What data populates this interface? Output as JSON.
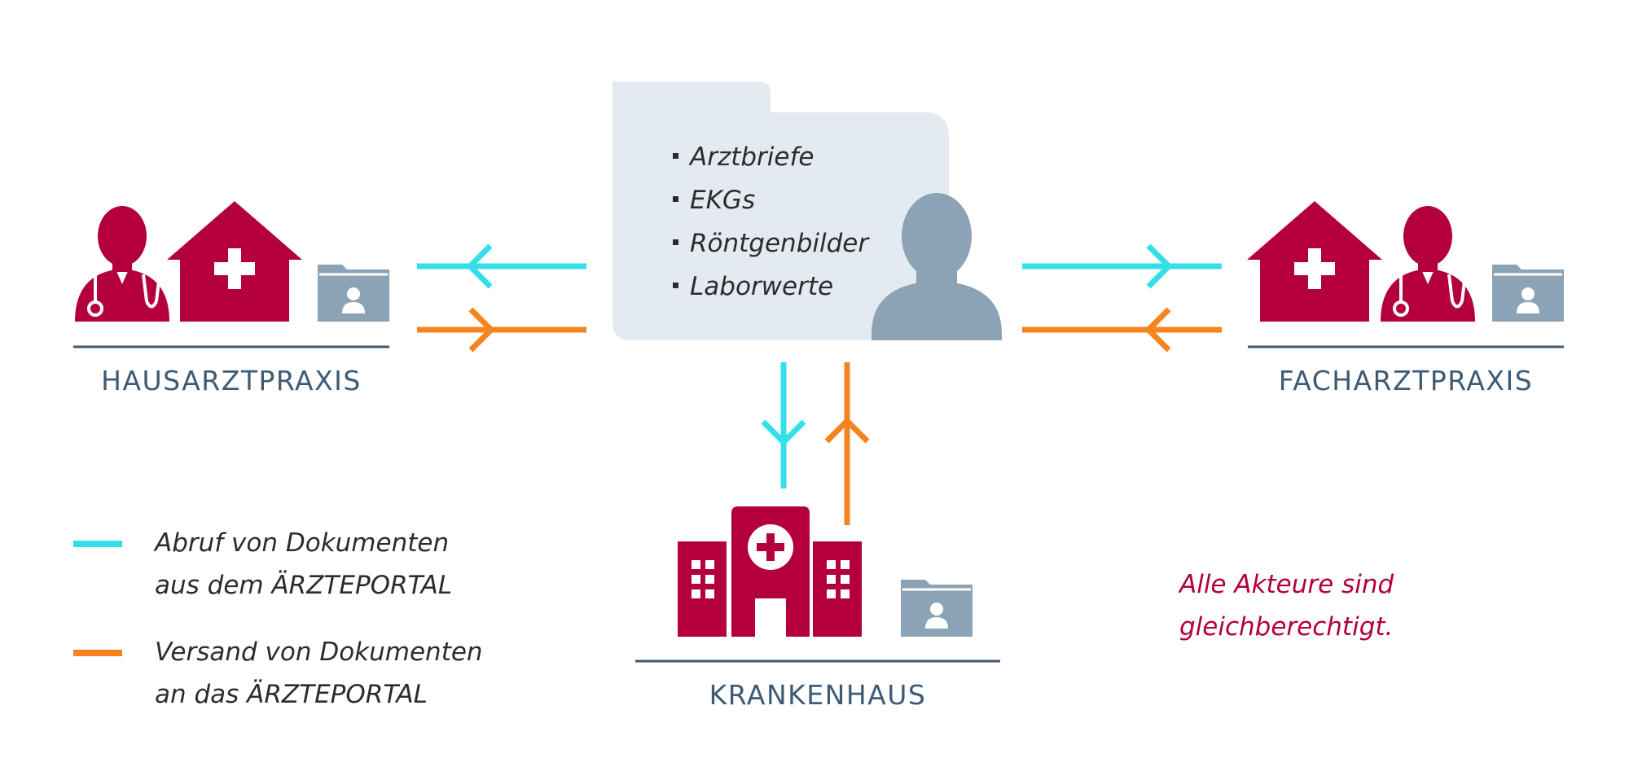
{
  "folder": {
    "items": [
      "Arztbriefe",
      "EKGs",
      "Röntgenbilder",
      "Laborwerte"
    ]
  },
  "nodes": {
    "left": "HAUSARZTPRAXIS",
    "right": "FACHARZTPRAXIS",
    "bottom": "KRANKENHAUS"
  },
  "legend": {
    "retrieve": {
      "line1": "Abruf von Dokumenten",
      "line2": "aus dem ÄRZTEPORTAL",
      "color": "#33e0ea"
    },
    "send": {
      "line1": "Versand von Dokumenten",
      "line2": "an das ÄRZTEPORTAL",
      "color": "#f5841f"
    }
  },
  "note": {
    "line1": "Alle Akteure sind",
    "line2": "gleichberechtigt."
  },
  "colors": {
    "crimson": "#b3003c",
    "slate": "#8ba3b5",
    "folder_bg": "#e4ebf0",
    "label_text": "#3e5a74",
    "rule": "#3e5a74"
  },
  "icons": {
    "left": [
      "doctor-icon",
      "practice-house-icon",
      "patient-folder-icon"
    ],
    "right": [
      "practice-house-icon",
      "doctor-icon",
      "patient-folder-icon"
    ],
    "bottom": [
      "hospital-icon",
      "patient-folder-icon"
    ],
    "center": [
      "document-folder-icon",
      "patient-person-icon"
    ]
  }
}
